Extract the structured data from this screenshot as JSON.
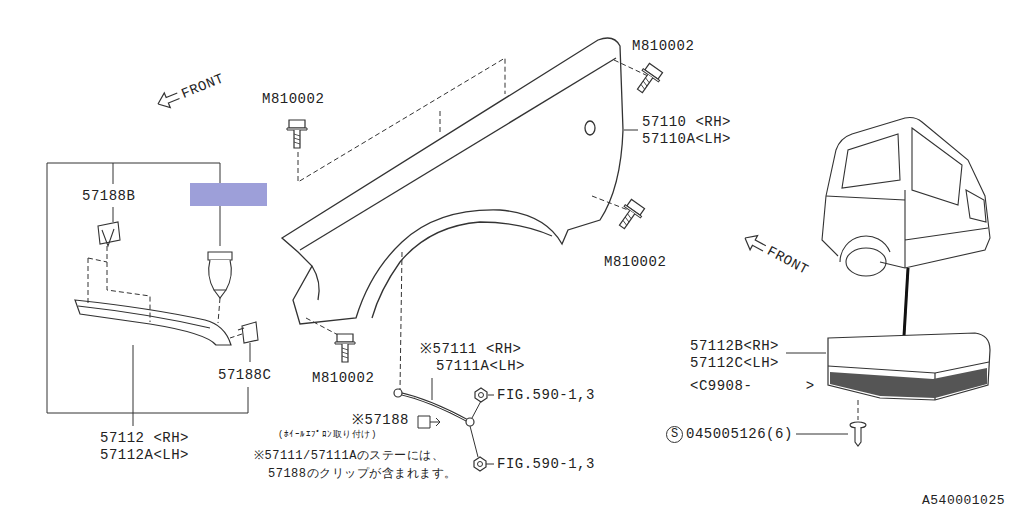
{
  "diagram": {
    "labels": [
      "FRONT",
      "M810002",
      "M810002",
      "57110 <RH>",
      "57110A<LH>",
      "57188B",
      "M810002",
      "FRONT",
      "57188C",
      "M810002",
      "※57111 <RH>",
      "57111A<LH>",
      "FIG.590-1,3",
      "※57188",
      "(ﾎｲｰﾙｴﾌﾟﾛﾝ取り付け)",
      "※57111/57111Aのステーには、",
      "FIG.590-1,3",
      "57188のクリップが含まれます。",
      "57112 <RH>",
      "57112A<LH>",
      "57112B<RH>",
      "57112C<LH>",
      "<C9908-      >",
      "S",
      "045005126(6)",
      "A540001025"
    ]
  }
}
